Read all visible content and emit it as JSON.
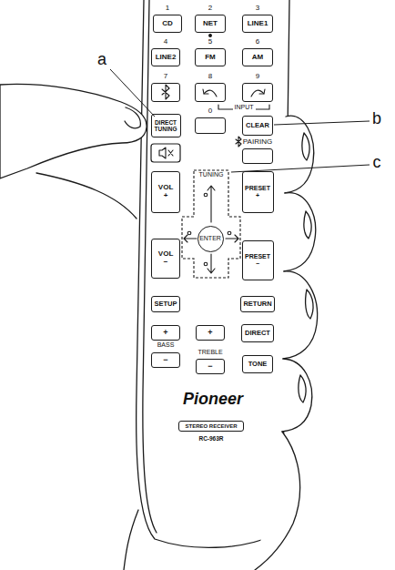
{
  "diagram": {
    "nodes": [
      {
        "text": [
          "1",
          "CD"
        ]
      },
      {
        "text": [
          "2",
          "NET"
        ]
      },
      {
        "text": [
          "3",
          "LINE1"
        ]
      },
      {
        "text": [
          "4",
          "LINE2"
        ]
      },
      {
        "text": [
          "5",
          "FM"
        ]
      },
      {
        "text": [
          "6",
          "AM"
        ]
      },
      {
        "text": [
          "7"
        ]
      },
      {
        "text": [
          "8"
        ]
      },
      {
        "text": [
          "9"
        ]
      },
      {
        "text": [
          "DIRECT TUNING"
        ]
      },
      {
        "text": [
          "0"
        ]
      },
      {
        "text": [
          "CLEAR"
        ]
      },
      {
        "text": [
          "PAIRING"
        ]
      },
      {
        "text": [
          "VOL +"
        ]
      },
      {
        "text": [
          "TUNING"
        ]
      },
      {
        "text": [
          "ENTER"
        ],
        "in": 14
      },
      {
        "text": [
          "PRESET +"
        ]
      },
      {
        "text": [
          "VOL −"
        ]
      },
      {
        "text": [
          "PRESET −"
        ]
      },
      {
        "text": [
          "SETUP"
        ]
      },
      {
        "text": [
          "RETURN"
        ]
      },
      {
        "text": [
          "+"
        ]
      },
      {
        "text": [
          "+"
        ]
      },
      {
        "text": [
          "DIRECT"
        ]
      },
      {
        "text": [
          "−"
        ]
      },
      {
        "text": [
          "−"
        ]
      },
      {
        "text": [
          "TONE"
        ]
      },
      {
        "text": [
          "STEREO RECEIVER"
        ]
      }
    ],
    "labels": [
      "a",
      "b",
      "c",
      "INPUT",
      "BASS",
      "TREBLE",
      "Pioneer",
      "RC-963R"
    ]
  }
}
